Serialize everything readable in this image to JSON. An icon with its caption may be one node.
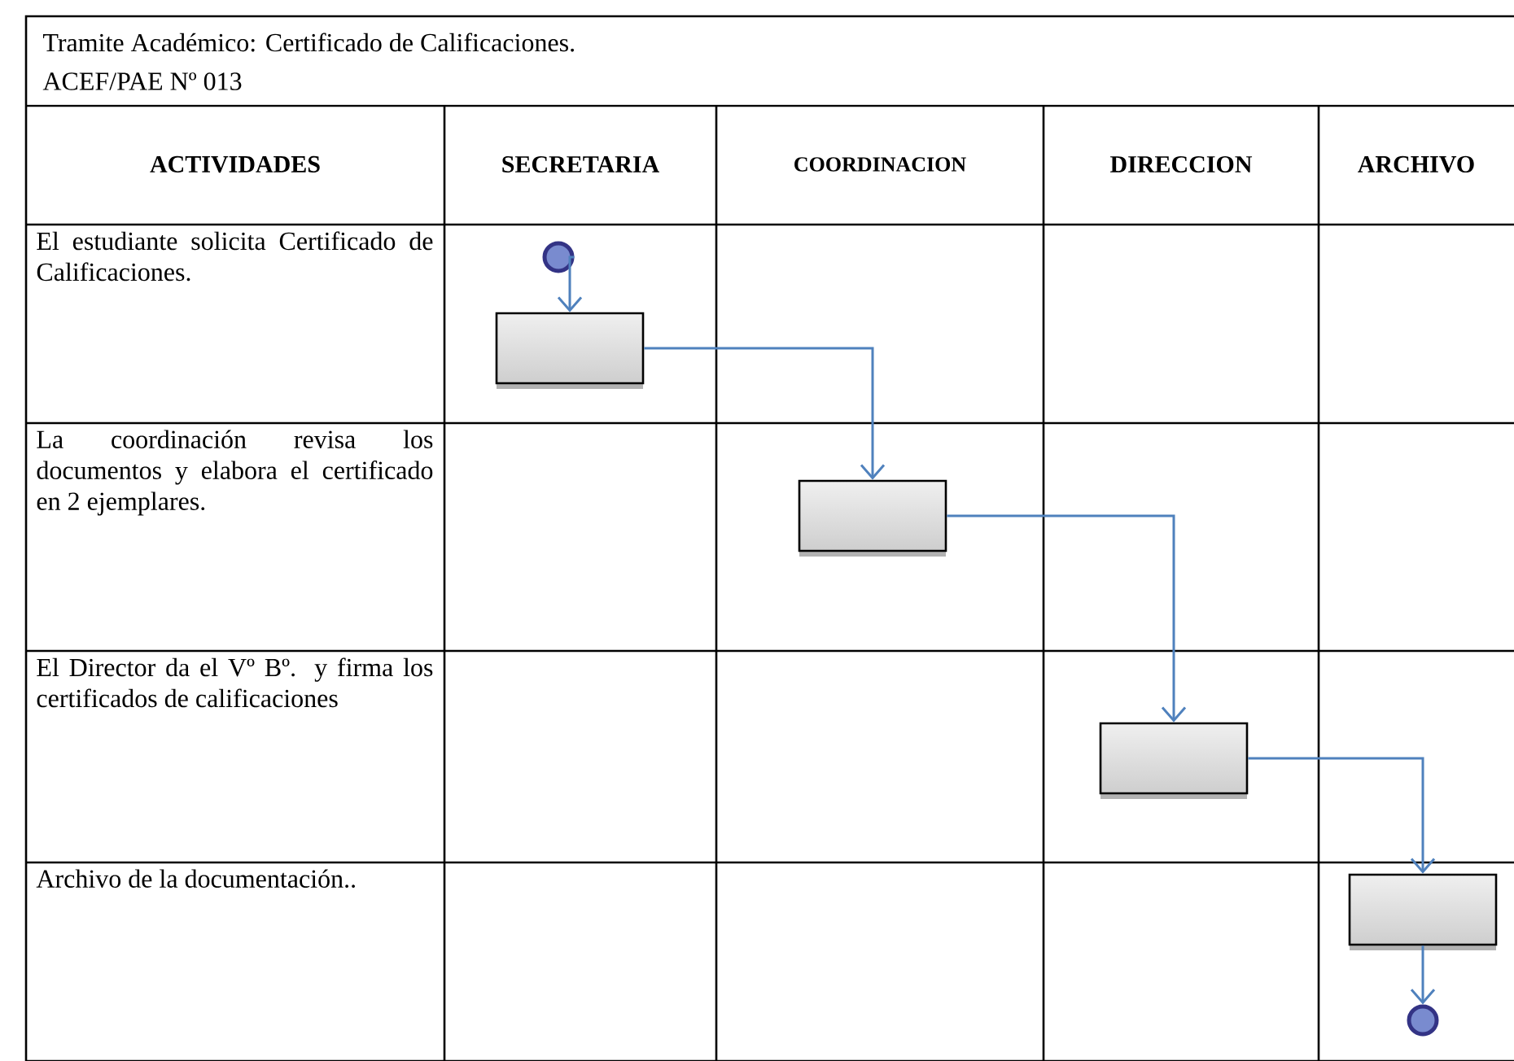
{
  "diagram": {
    "title": "Tramite Académico: Certificado de Calificaciones.",
    "nodes": [
      {
        "text": [],
        "shape": "circle"
      },
      {
        "text": [],
        "shape": "box"
      },
      {
        "text": [],
        "shape": "box"
      },
      {
        "text": [],
        "shape": "box"
      },
      {
        "text": [],
        "shape": "box"
      },
      {
        "text": [],
        "shape": "circle"
      }
    ],
    "edges": [
      {
        "from": 0,
        "to": 1,
        "arrow": "to"
      },
      {
        "from": 1,
        "to": 2,
        "arrow": "to"
      },
      {
        "from": 2,
        "to": 3,
        "arrow": "to"
      },
      {
        "from": 3,
        "to": 4,
        "arrow": "to"
      },
      {
        "from": 4,
        "to": 5,
        "arrow": "to"
      }
    ],
    "labels": [
      "ACEF/PAE Nº 013",
      "ACTIVIDADES",
      "SECRETARIA",
      "COORDINACION",
      "DIRECCION",
      "ARCHIVO",
      "El estudiante solicita Certificado de Calificaciones.",
      "La coordinación revisa los documentos y elabora el certificado en 2 ejemplares.",
      "El Director da el Vº Bº. y firma los certificados de calificaciones",
      "Archivo de la documentación.."
    ]
  }
}
